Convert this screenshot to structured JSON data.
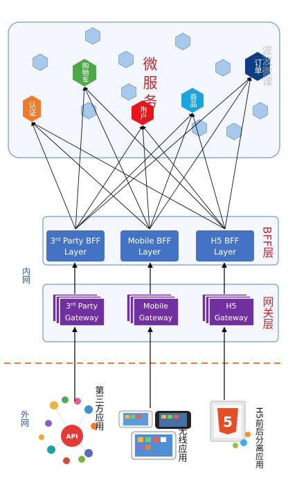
{
  "microservices": {
    "label": "微服务",
    "nodes": [
      {
        "id": "auth",
        "label": "认证",
        "color": "#ee7a2a"
      },
      {
        "id": "cart",
        "label": "购物车",
        "color": "#4ea84a"
      },
      {
        "id": "user",
        "label": "用户",
        "color": "#e8151b"
      },
      {
        "id": "product",
        "label": "商品",
        "color": "#1ba4e0"
      },
      {
        "id": "order",
        "label": "订单",
        "color": "#0e3f86"
      }
    ],
    "watermark": "波波微课"
  },
  "bff_layer": {
    "label": "BFF层",
    "boxes": [
      {
        "id": "third",
        "line1_pre": "3",
        "line1_sup": "rd",
        "line1_post": " Party BFF",
        "line2": "Layer"
      },
      {
        "id": "mobile",
        "line1_pre": "Mobile BFF",
        "line1_sup": "",
        "line1_post": "",
        "line2": "Layer"
      },
      {
        "id": "h5",
        "line1_pre": "H5 BFF",
        "line1_sup": "",
        "line1_post": "",
        "line2": "Layer"
      }
    ]
  },
  "gateway_layer": {
    "label": "网关层",
    "boxes": [
      {
        "id": "third",
        "line1_pre": "3",
        "line1_sup": "rd",
        "line1_post": " Party",
        "line2": "Gateway"
      },
      {
        "id": "mobile",
        "line1_pre": "Mobile",
        "line1_sup": "",
        "line1_post": "",
        "line2": "Gateway"
      },
      {
        "id": "h5",
        "line1_pre": "H5",
        "line1_sup": "",
        "line1_post": "",
        "line2": "Gateway"
      }
    ]
  },
  "zones": {
    "internal": "内网",
    "external": "外网"
  },
  "clients": [
    {
      "id": "third",
      "label": "第三方应用",
      "badge": "API"
    },
    {
      "id": "mobile",
      "label": "无线应用"
    },
    {
      "id": "h5",
      "label": "H5前后分离应用",
      "badge": "5"
    }
  ],
  "colors": {
    "panel_border": "#8aaad6",
    "panel_fill": "#f4f7fd",
    "box_fill": "#4472c4",
    "gateway_fill": "#7030a0",
    "hex_fill": "#a9c9ea",
    "accent_red": "#c0272d",
    "zone_blue": "#2f54b8",
    "divider": "#ed7d31"
  }
}
